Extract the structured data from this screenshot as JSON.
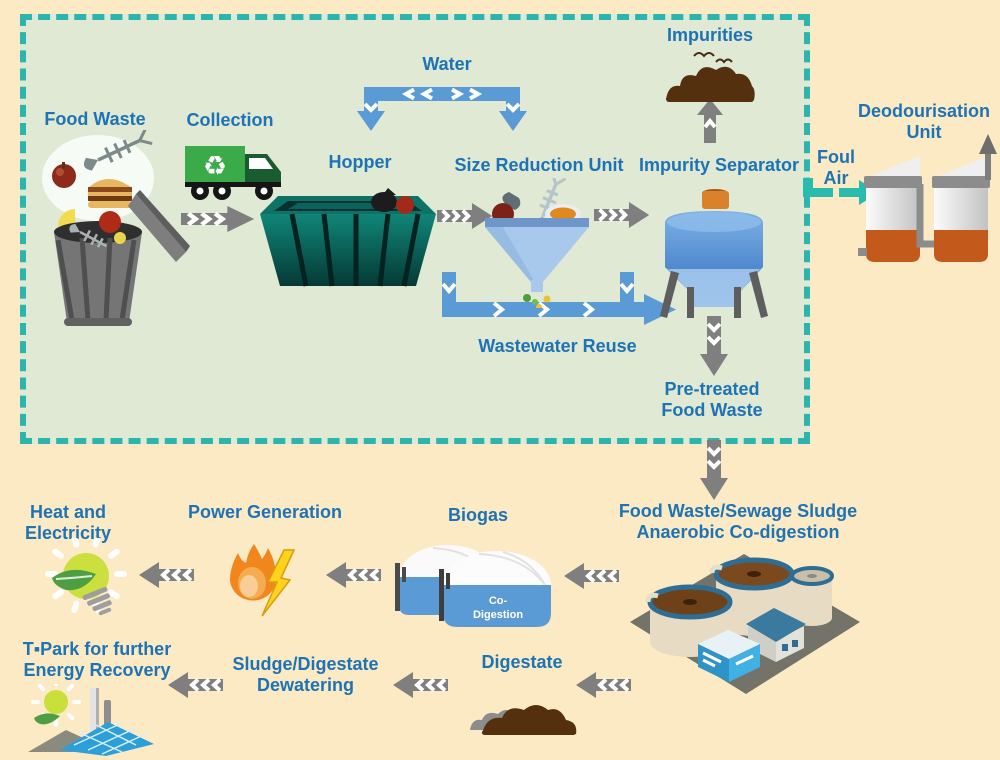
{
  "colors": {
    "outer_background": "#FBEAC4",
    "zone_background": "#DFE9D4",
    "zone_border_teal": "#2BB5AD",
    "label_text_blue": "#1E73B5",
    "process_arrow_gray": "#7F7F7F",
    "water_arrow_blue": "#5B9BD5",
    "foul_air_arrow_teal": "#2ABBAF",
    "impurities_brown": "#54300F",
    "deodourisation_orange": "#C3591B"
  },
  "pretreatment_zone": {
    "food_waste": "Food Waste",
    "collection": "Collection",
    "water": "Water",
    "hopper": "Hopper",
    "size_reduction_unit": "Size Reduction Unit",
    "impurity_separator": "Impurity Separator",
    "impurities": "Impurities",
    "wastewater_reuse": "Wastewater Reuse",
    "pretreated_food_waste": "Pre-treated\nFood Waste"
  },
  "deodourisation": {
    "foul_air": "Foul\nAir",
    "unit": "Deodourisation\nUnit"
  },
  "digestion_chain": {
    "codigestion": "Food Waste/Sewage Sludge\nAnaerobic Co-digestion",
    "biogas": "Biogas",
    "biogas_tank_label_line1": "Co-",
    "biogas_tank_label_line2": "Digestion",
    "power_generation": "Power Generation",
    "heat_electricity": "Heat and\nElectricity",
    "digestate": "Digestate",
    "dewatering": "Sludge/Digestate\nDewatering",
    "tpark": "T▪Park for further\nEnergy Recovery"
  }
}
